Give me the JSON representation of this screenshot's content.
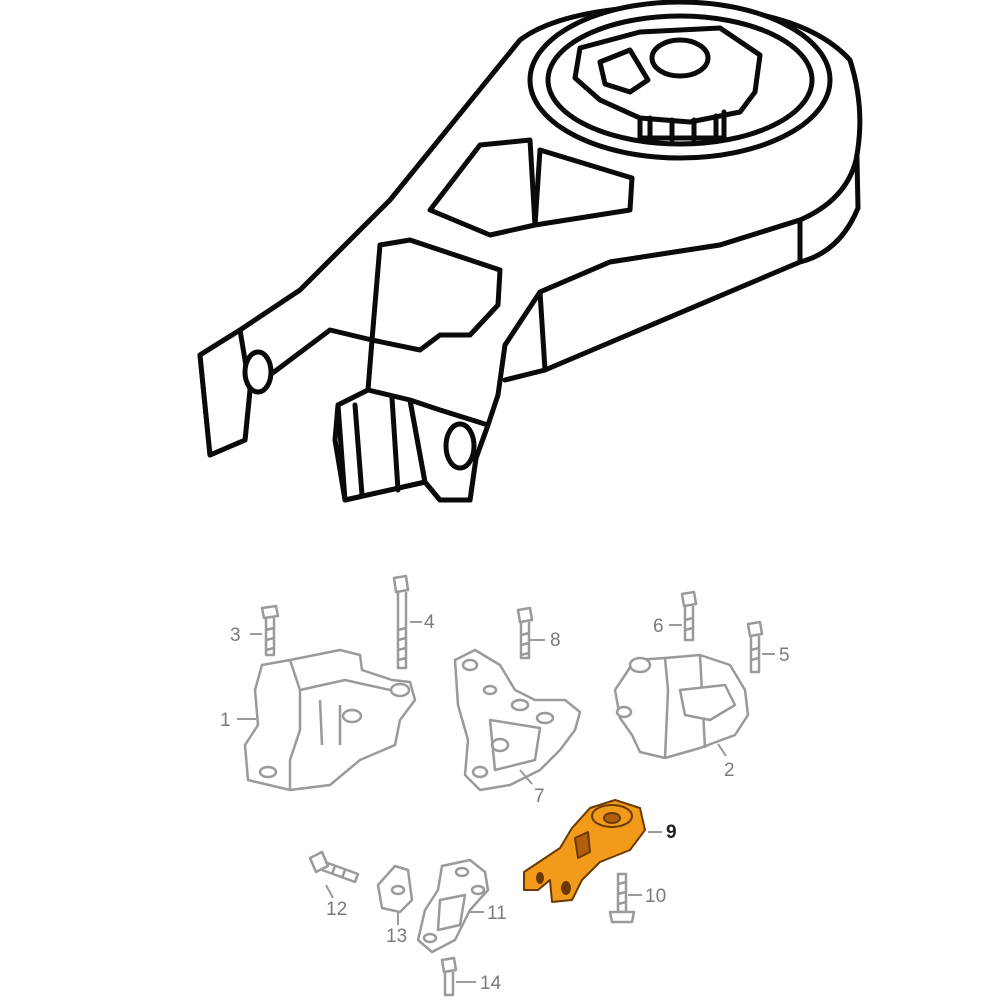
{
  "colors": {
    "background": "#ffffff",
    "main_outline": "#0a0a0a",
    "faded_part": "#9a9a9a",
    "label_text": "#7a7a7a",
    "highlight_fill": "#f29a1a",
    "highlight_outline": "#6b3a00"
  },
  "callouts": [
    {
      "number": "1"
    },
    {
      "number": "2"
    },
    {
      "number": "3"
    },
    {
      "number": "4"
    },
    {
      "number": "5"
    },
    {
      "number": "6"
    },
    {
      "number": "7"
    },
    {
      "number": "8"
    },
    {
      "number": "9",
      "highlighted": true
    },
    {
      "number": "10"
    },
    {
      "number": "11"
    },
    {
      "number": "12"
    },
    {
      "number": "13"
    },
    {
      "number": "14"
    }
  ]
}
